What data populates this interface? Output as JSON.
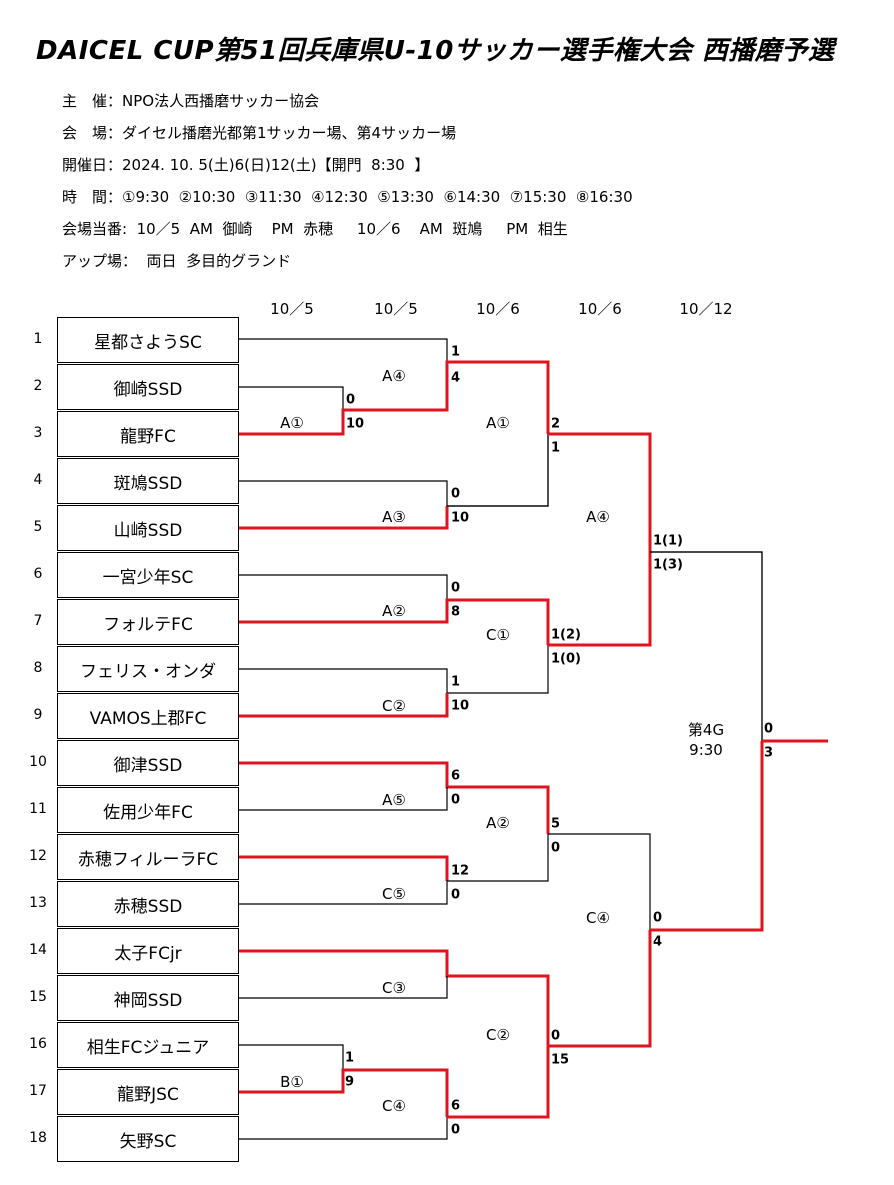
{
  "title": "DAICEL  CUP第51回兵庫県U-10サッカー選手権大会  西播磨予選",
  "info": [
    "主　催：NPO法人西播磨サッカー協会",
    "会　場：ダイセル播磨光都第1サッカー場、第4サッカー場",
    "開催日：2024. 10. 5(土)6(日)12(土)【開門  8:30  】",
    "時　間：①9:30  ②10:30  ③11:30  ④12:30  ⑤13:30  ⑥14:30  ⑦15:30  ⑧16:30",
    "会場当番:  10／5  AM  御崎    PM  赤穂     10／6    AM  斑鳩     PM  相生",
    "アップ場：  両日  多目的グランド"
  ],
  "date_headers": [
    "10／5",
    "10／5",
    "10／6",
    "10／6",
    "10／12"
  ],
  "teams": [
    {
      "num": "1",
      "name": "星都さようSC"
    },
    {
      "num": "2",
      "name": "御崎SSD"
    },
    {
      "num": "3",
      "name": "龍野FC"
    },
    {
      "num": "4",
      "name": "斑鳩SSD"
    },
    {
      "num": "5",
      "name": "山崎SSD"
    },
    {
      "num": "6",
      "name": "一宮少年SC"
    },
    {
      "num": "7",
      "name": "フォルテFC"
    },
    {
      "num": "8",
      "name": "フェリス・オンダ"
    },
    {
      "num": "9",
      "name": "VAMOS上郡FC"
    },
    {
      "num": "10",
      "name": "御津SSD"
    },
    {
      "num": "11",
      "name": "佐用少年FC"
    },
    {
      "num": "12",
      "name": "赤穂フィルーラFC"
    },
    {
      "num": "13",
      "name": "赤穂SSD"
    },
    {
      "num": "14",
      "name": "太子FCjr"
    },
    {
      "num": "15",
      "name": "神岡SSD"
    },
    {
      "num": "16",
      "name": "相生FCジュニア"
    },
    {
      "num": "17",
      "name": "龍野JSC"
    },
    {
      "num": "18",
      "name": "矢野SC"
    }
  ],
  "match_labels": [
    "A①",
    "A④",
    "A③",
    "A②",
    "C②",
    "A⑤",
    "C⑤",
    "C③",
    "B①",
    "C④",
    "A①",
    "C①",
    "A②",
    "C②",
    "A④",
    "C④"
  ],
  "scores": [
    "0",
    "10",
    "1",
    "4",
    "0",
    "10",
    "0",
    "8",
    "1",
    "10",
    "6",
    "0",
    "12",
    "0",
    "1",
    "9",
    "6",
    "0",
    "2",
    "1",
    "1(2)",
    "1(0)",
    "5",
    "0",
    "0",
    "15",
    "1(1)",
    "1(3)",
    "0",
    "4",
    "0",
    "3"
  ],
  "final": {
    "line1": "第4G",
    "line2": "9:30"
  },
  "colors": {
    "winner": "#e0141e",
    "line": "#000000"
  }
}
